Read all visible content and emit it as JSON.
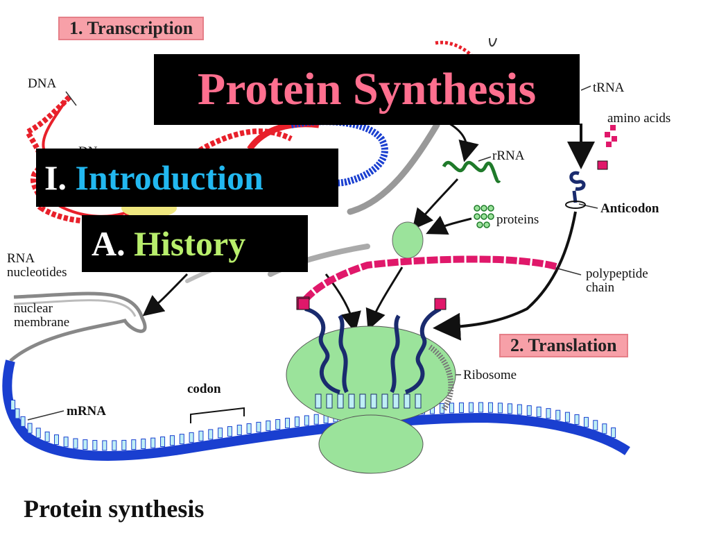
{
  "title": "Protein Synthesis",
  "outline": {
    "level1": {
      "numeral": "I.",
      "text": "Introduction"
    },
    "level2": {
      "numeral": "A.",
      "text": "History"
    }
  },
  "steps": {
    "transcription": "1. Transcription",
    "translation": "2. Translation"
  },
  "labels": {
    "dna": "DNA",
    "dna_partial": "DN",
    "trna": "tRNA",
    "amino_acids": "amino acids",
    "rrna": "rRNA",
    "anticodon": "Anticodon",
    "proteins": "proteins",
    "rna_nucleotides_line1": "RNA",
    "rna_nucleotides_line2": "nucleotides",
    "nuclear_membrane_line1": "nuclear",
    "nuclear_membrane_line2": "membrane",
    "polypeptide_line1": "polypeptide",
    "polypeptide_line2": "chain",
    "ribosome": "Ribosome",
    "codon": "codon",
    "mrna": "mRNA"
  },
  "caption": "Protein synthesis",
  "colors": {
    "title_text": "#ff6f8f",
    "introduction_text": "#22b8f0",
    "history_text": "#b8ee6c",
    "step_box": "#f7a0a8",
    "dna": "#e8202a",
    "mrna": "#1a3fd0",
    "ribosome": "#9be39b",
    "amino_acid": "#e0186a"
  }
}
